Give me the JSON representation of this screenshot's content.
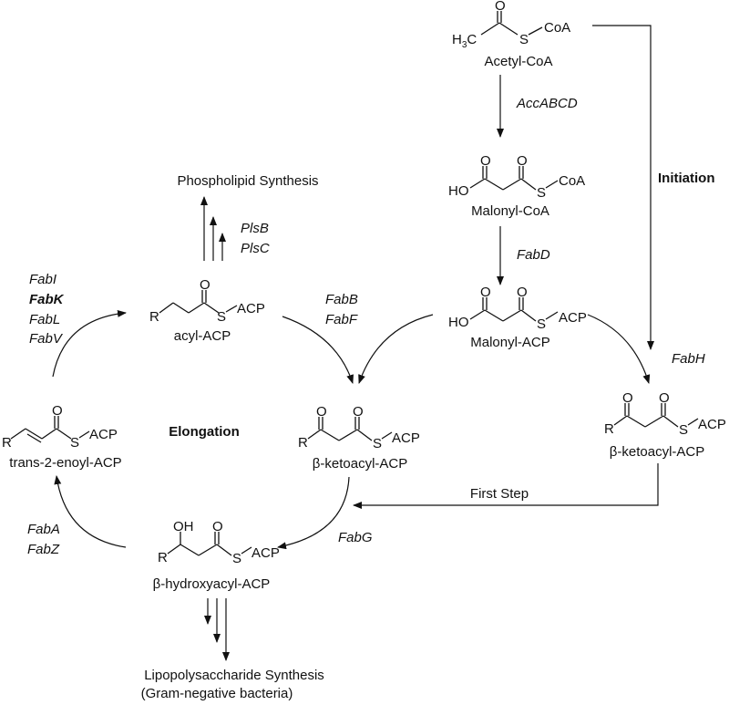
{
  "molecules": {
    "acetyl_coa": "Acetyl-CoA",
    "malonyl_coa": "Malonyl-CoA",
    "malonyl_acp": "Malonyl-ACP",
    "ketoacyl_acp_right": "β-ketoacyl-ACP",
    "ketoacyl_acp_center": "β-ketoacyl-ACP",
    "hydroxyacyl_acp": "β-hydroxyacyl-ACP",
    "enoyl_acp": "trans-2-enoyl-ACP",
    "acyl_acp": "acyl-ACP"
  },
  "atoms": {
    "O": "O",
    "S": "S",
    "R": "R",
    "HO": "HO",
    "OH": "OH",
    "CoA": "CoA",
    "ACP": "ACP",
    "H3C_H": "H",
    "H3C_sub": "3",
    "H3C_C": "C"
  },
  "enzymes": {
    "accabcd": "AccABCD",
    "fabd": "FabD",
    "fabh": "FabH",
    "fabb": "FabB",
    "fabf": "FabF",
    "fabg": "FabG",
    "faba": "FabA",
    "fabz": "FabZ",
    "fabi": "FabI",
    "fabk": "FabK",
    "fabl": "FabL",
    "fabv": "FabV",
    "plsb": "PlsB",
    "plsc": "PlsC"
  },
  "labels": {
    "initiation": "Initiation",
    "elongation": "Elongation",
    "first_step": "First Step",
    "phospholipid": "Phospholipid Synthesis",
    "lps": "Lipopolysaccharide Synthesis",
    "gram_negative": "(Gram-negative bacteria)"
  }
}
